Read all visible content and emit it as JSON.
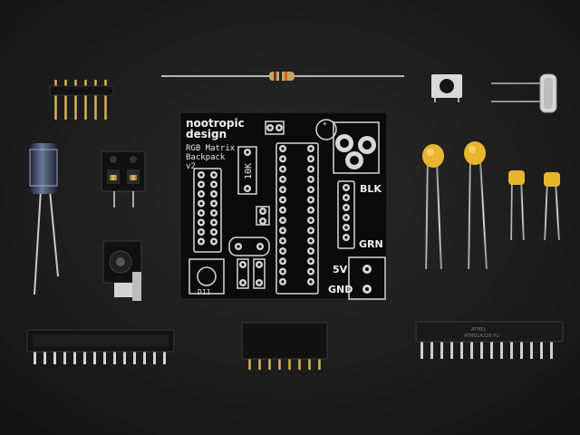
{
  "pcb": {
    "brand_line1": "nootropic",
    "brand_line2": "design",
    "product_line1": "RGB Matrix",
    "product_line2": "Backpack",
    "version": "v2",
    "resistor_label": "10K",
    "led_label": "D11",
    "label_blk": "BLK",
    "label_grn": "GRN",
    "label_5v": "5V",
    "label_gnd": "GND",
    "cap_plus": "+"
  },
  "components": [
    "header-pins-6",
    "resistor",
    "push-button",
    "crystal",
    "electrolytic-capacitor",
    "screw-terminal",
    "ceramic-capacitor-yellow-round",
    "ceramic-capacitor-yellow-round",
    "ceramic-capacitor-yellow-small",
    "ceramic-capacitor-yellow-small",
    "dc-barrel-jack",
    "ic-socket-28",
    "female-header-8",
    "atmega-chip"
  ],
  "chip": {
    "marking_line1": "ATMEL",
    "marking_line2": "ATMEGA328-PU"
  },
  "colors": {
    "background": "#1b1b1b",
    "pcb": "#0b0b0b",
    "silkscreen": "#e8e8e8",
    "gold": "#c9a24a",
    "capacitor_yellow": "#e7b62c",
    "electrolytic": "#3a4660"
  }
}
